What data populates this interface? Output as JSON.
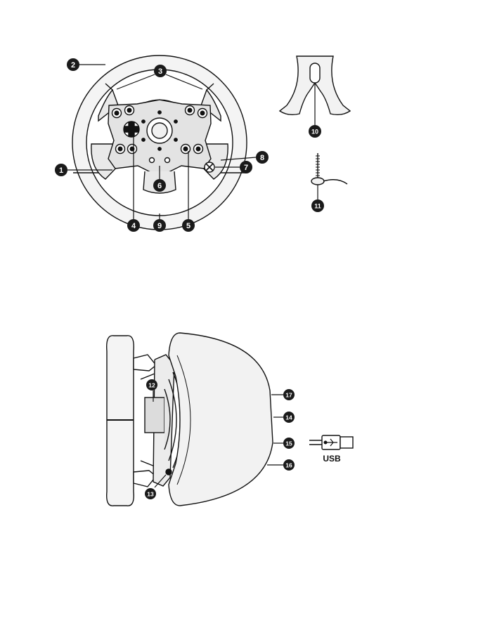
{
  "callouts": [
    "1",
    "2",
    "3",
    "4",
    "5",
    "6",
    "7",
    "8",
    "9",
    "10",
    "11",
    "12",
    "13",
    "14",
    "15",
    "16",
    "17"
  ],
  "usb_label": "USB",
  "colors": {
    "ink": "#111111",
    "wheel_fill": "#f4f4f4",
    "hub_fill": "#e3e3e3",
    "base_fill": "#f2f2f2",
    "badge": "#1a1a1a"
  }
}
